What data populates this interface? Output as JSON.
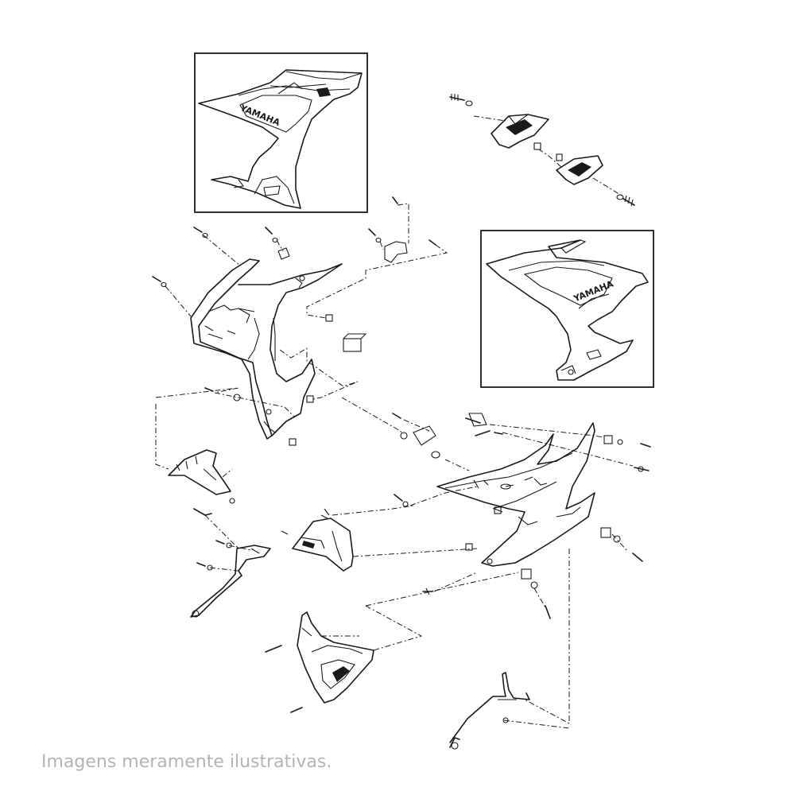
{
  "caption": "Imagens meramente ilustrativas.",
  "brand_left": "YAMAHA",
  "brand_right": "YAMAHA",
  "colors": {
    "line": "#1a1a1a",
    "caption": "#b4b4b4",
    "background": "#ffffff"
  }
}
